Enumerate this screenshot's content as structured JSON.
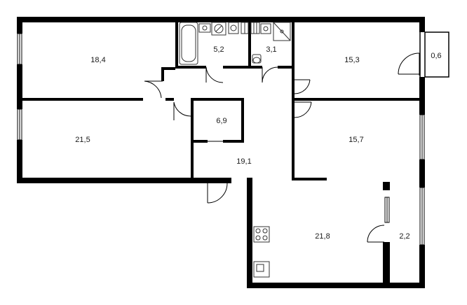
{
  "rooms": [
    {
      "id": "room-a",
      "area": "18,4"
    },
    {
      "id": "room-b",
      "area": "5,2"
    },
    {
      "id": "room-c",
      "area": "3,1"
    },
    {
      "id": "room-d",
      "area": "15,3"
    },
    {
      "id": "room-e",
      "area": "0,6"
    },
    {
      "id": "room-f",
      "area": "21,5"
    },
    {
      "id": "room-g",
      "area": "6,9"
    },
    {
      "id": "room-h",
      "area": "19,1"
    },
    {
      "id": "room-i",
      "area": "15,7"
    },
    {
      "id": "room-j",
      "area": "21,8"
    },
    {
      "id": "room-k",
      "area": "2,2"
    }
  ],
  "colors": {
    "wall": "#000000",
    "fixture": "#555555",
    "background": "#ffffff"
  }
}
